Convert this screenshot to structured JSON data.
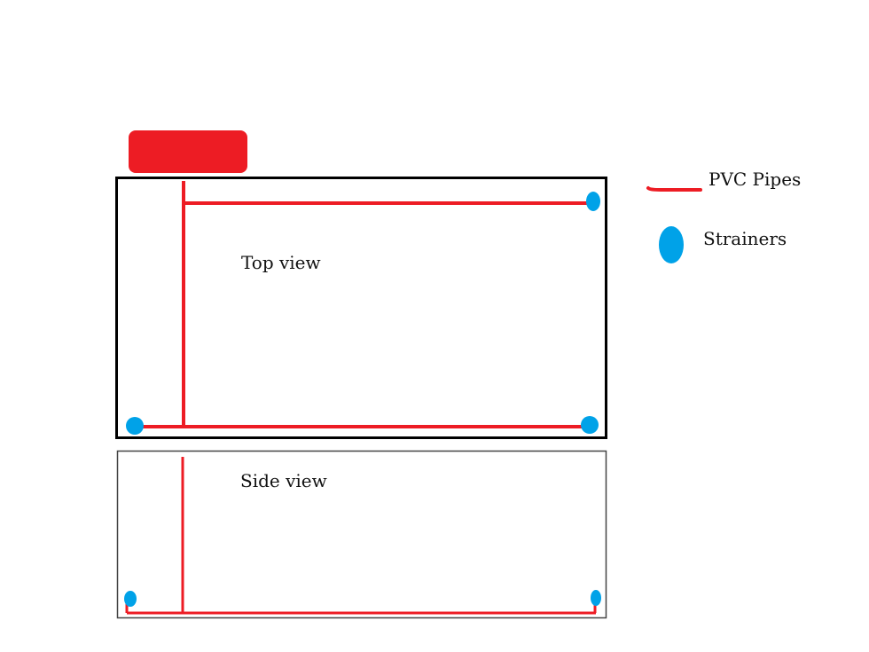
{
  "views": {
    "top": {
      "label": "Top view"
    },
    "side": {
      "label": "Side view"
    }
  },
  "legend": {
    "pipes": {
      "label": "PVC Pipes",
      "icon": "red-line"
    },
    "strainers": {
      "label": "Strainers",
      "icon": "blue-ellipse"
    }
  },
  "colors": {
    "pipe": "#ED1C24",
    "strainer": "#00A2E8",
    "outline": "#000000",
    "side_outline": "#444444"
  }
}
